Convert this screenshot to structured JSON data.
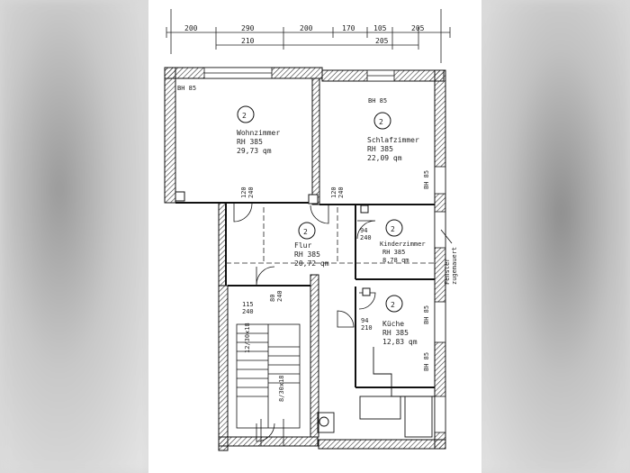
{
  "dimensions_top": [
    "200",
    "290",
    "200",
    "170",
    "105",
    "205"
  ],
  "dimensions_second": [
    "210",
    "205"
  ],
  "rooms": [
    {
      "name": "Wohnzimmer",
      "rh": "RH 385",
      "area": "29,73 qm",
      "num": "2"
    },
    {
      "name": "Schlafzimmer",
      "rh": "RH 385",
      "area": "22,09 qm",
      "num": "2"
    },
    {
      "name": "Flur",
      "rh": "RH 385",
      "area": "20,72 qm",
      "num": "2"
    },
    {
      "name": "Kinderzimmer",
      "rh": "RH 385",
      "area": "8,78 qm",
      "num": "2"
    },
    {
      "name": "Küche",
      "rh": "RH 385",
      "area": "12,83 qm",
      "num": "2"
    }
  ],
  "labels": {
    "bh85": "BH 85",
    "door_120": "120",
    "door_240": "240",
    "door_94": "94",
    "door_210": "210",
    "door_115": "115",
    "door_80": "80",
    "stair_upper": "12/30x18",
    "stair_lower": "8/30x18",
    "window_note_1": "Fenster",
    "window_note_2": "zugemauert"
  }
}
